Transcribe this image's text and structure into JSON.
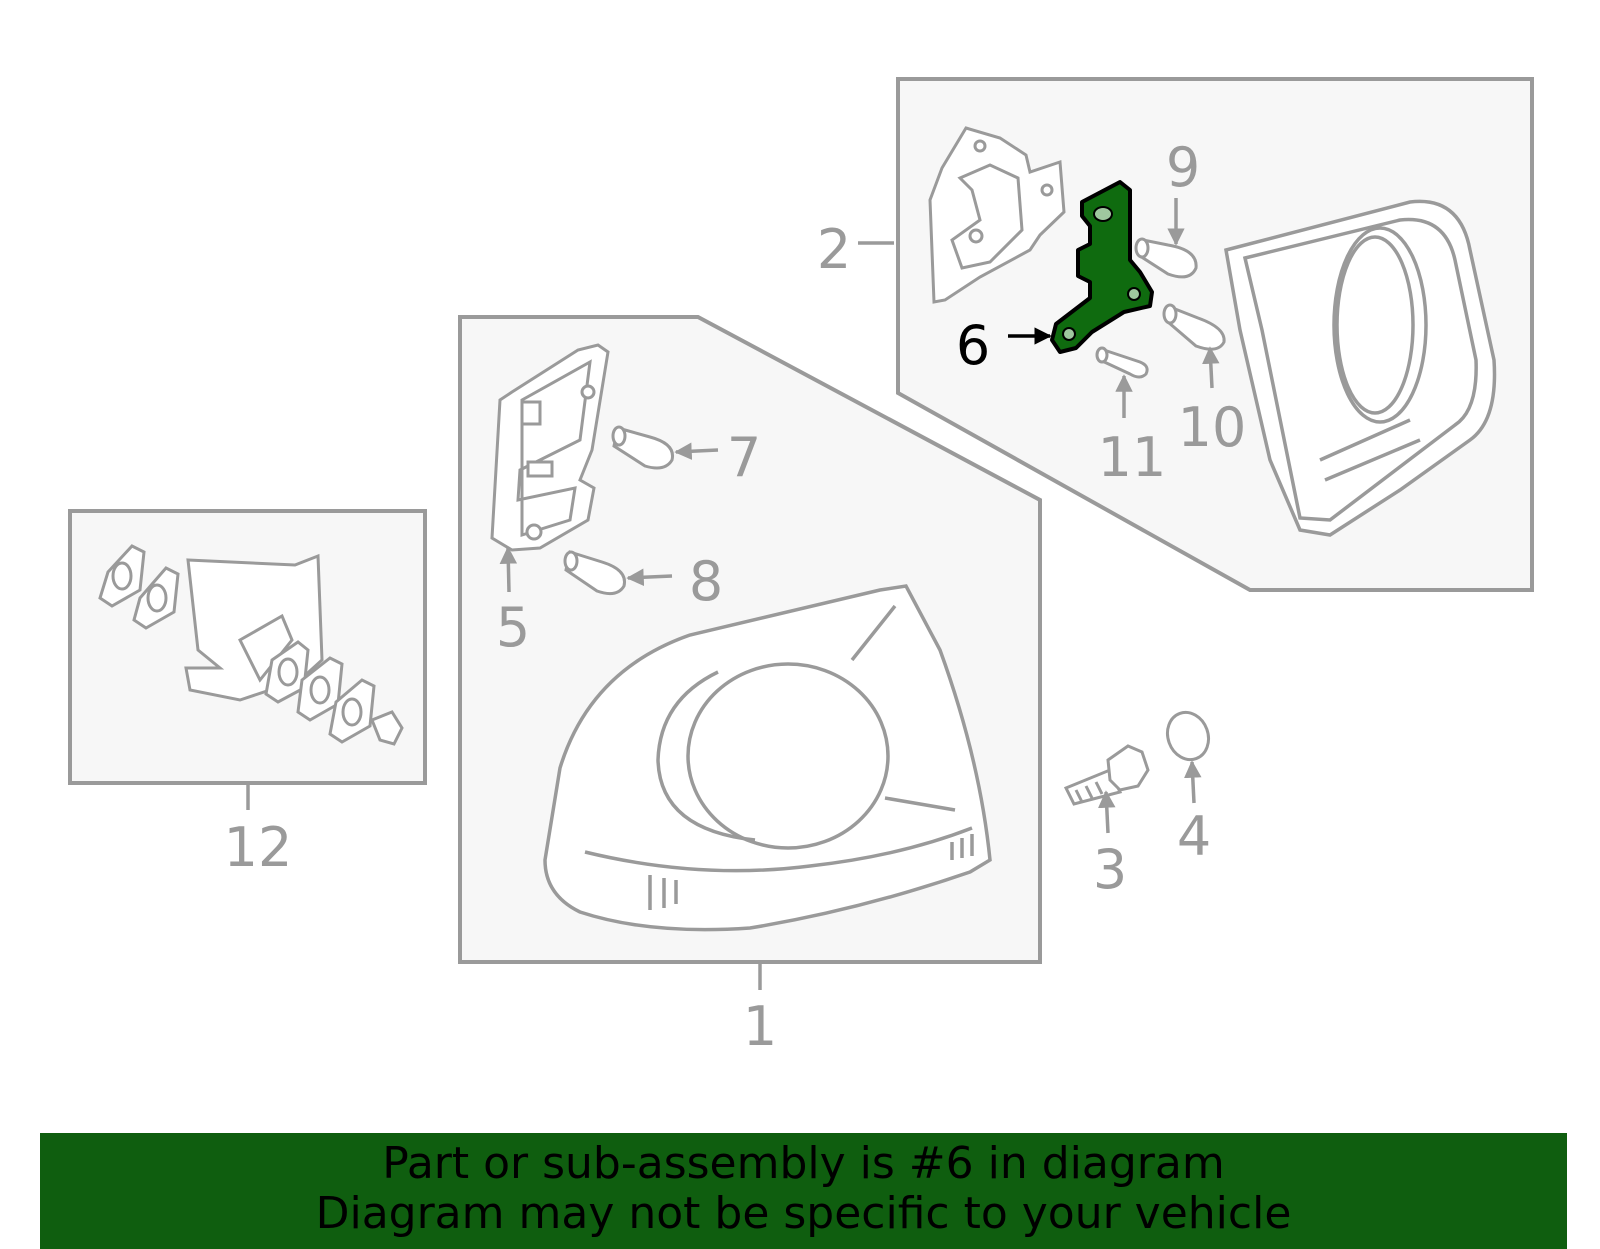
{
  "colors": {
    "line": "#9a9a9a",
    "panel_fill": "#f7f7f7",
    "highlight": "#0f6b0f",
    "banner": "#0f5e0f",
    "banner_text": "#000000"
  },
  "highlighted_part": "6",
  "callouts": [
    {
      "id": "part-1",
      "label": "1"
    },
    {
      "id": "part-2",
      "label": "2"
    },
    {
      "id": "part-3",
      "label": "3"
    },
    {
      "id": "part-4",
      "label": "4"
    },
    {
      "id": "part-5",
      "label": "5"
    },
    {
      "id": "part-6",
      "label": "6"
    },
    {
      "id": "part-7",
      "label": "7"
    },
    {
      "id": "part-8",
      "label": "8"
    },
    {
      "id": "part-9",
      "label": "9"
    },
    {
      "id": "part-10",
      "label": "10"
    },
    {
      "id": "part-11",
      "label": "11"
    },
    {
      "id": "part-12",
      "label": "12"
    }
  ],
  "banner": {
    "line1": "Part or sub-assembly is #6 in diagram",
    "line2": "Diagram may not be specific to your vehicle"
  }
}
